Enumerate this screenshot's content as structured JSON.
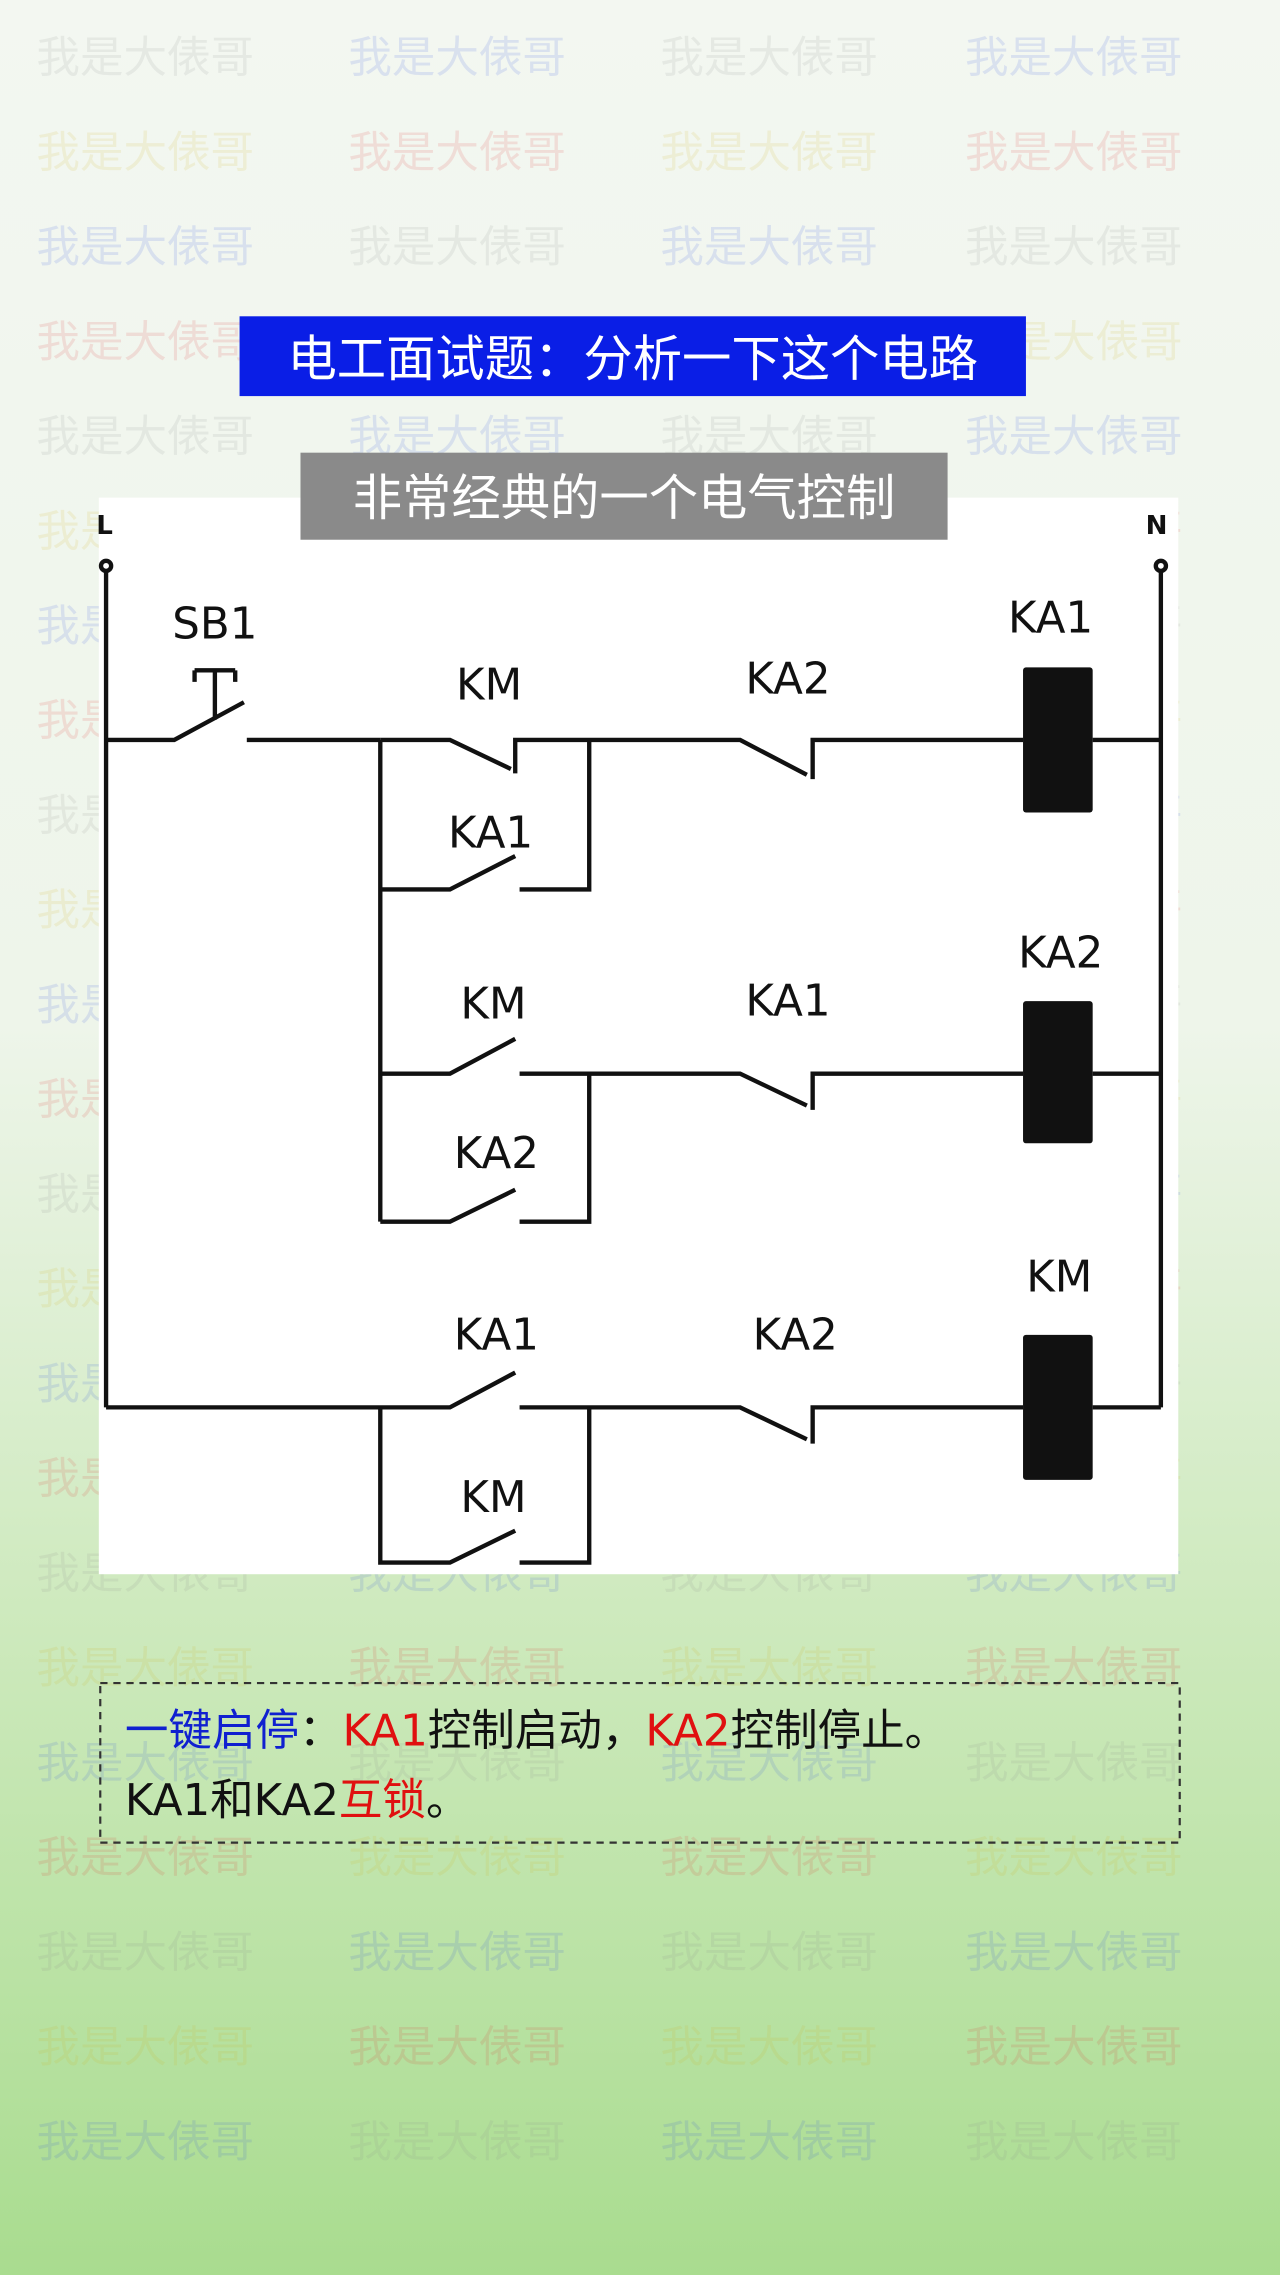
{
  "title": "电工面试题：分析一下这个电路",
  "subtitle": "非常经典的一个电气控制",
  "watermark": {
    "text": "我是大俵哥",
    "colors": [
      "#888888",
      "#e03030",
      "#3050e0",
      "#d0b020"
    ]
  },
  "colors": {
    "title_bg": "#0a1ee6",
    "subtitle_bg": "#8a8a8a",
    "highlight_red": "#e01010",
    "highlight_blue": "#1020d0"
  },
  "diagram": {
    "terminals": {
      "left": "L",
      "right": "N"
    },
    "labels": {
      "sb1": "SB1",
      "row1_km_nc": "KM",
      "row1_ka2_nc": "KA2",
      "row1_coil": "KA1",
      "row1_ka1_no": "KA1",
      "row2_km_no": "KM",
      "row2_ka1_nc": "KA1",
      "row2_coil": "KA2",
      "row2_ka2_no": "KA2",
      "row3_ka1_no": "KA1",
      "row3_ka2_nc": "KA2",
      "row3_coil": "KM",
      "row3_km_no": "KM"
    }
  },
  "note": {
    "line1": [
      {
        "text": "一键启停",
        "color": "blue"
      },
      {
        "text": "：",
        "color": "black"
      },
      {
        "text": "KA1",
        "color": "red"
      },
      {
        "text": "控制启动，",
        "color": "black"
      },
      {
        "text": "KA2",
        "color": "red"
      },
      {
        "text": "控制停止。",
        "color": "black"
      }
    ],
    "line2": [
      {
        "text": "KA1和KA2",
        "color": "black"
      },
      {
        "text": "互锁",
        "color": "red"
      },
      {
        "text": "。",
        "color": "black"
      }
    ]
  }
}
